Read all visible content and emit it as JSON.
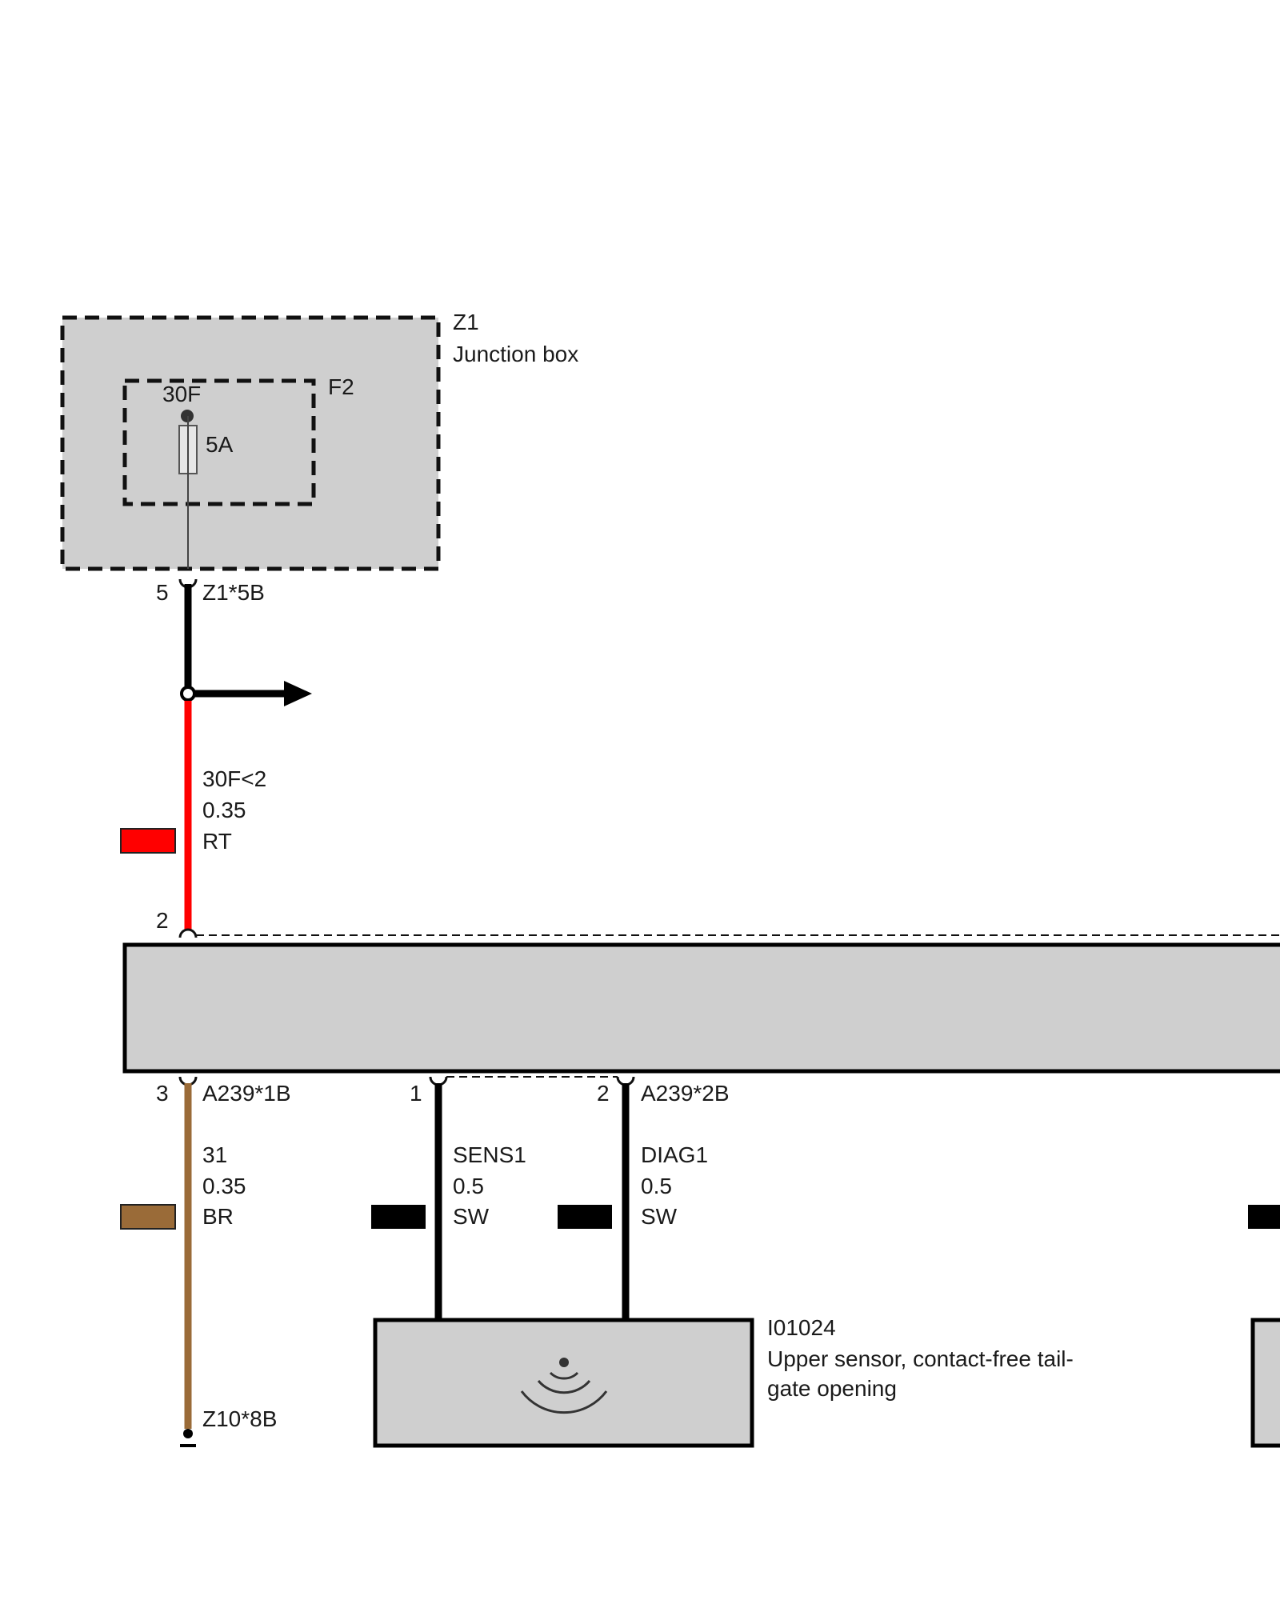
{
  "colors": {
    "component_fill": "#cfcfcf",
    "wire_black": "#000000",
    "wire_red": "#ff0000",
    "wire_brown": "#9a6b38"
  },
  "junction_box": {
    "id": "Z1",
    "name": "Junction box",
    "fuse": {
      "id": "F2",
      "terminal": "30F",
      "rating": "5A"
    }
  },
  "connector_z1": {
    "pin": "5",
    "id": "Z1*5B"
  },
  "wire_power": {
    "signal": "30F<2",
    "gauge": "0.35",
    "color_code": "RT",
    "color": "#ff0000"
  },
  "module_top_pin": "2",
  "connector_a239_1b": {
    "pin": "3",
    "id": "A239*1B"
  },
  "wire_ground": {
    "signal": "31",
    "gauge": "0.35",
    "color_code": "BR",
    "color": "#9a6b38"
  },
  "ground_point": {
    "id": "Z10*8B"
  },
  "connector_a239_2b": {
    "pin_sens": "1",
    "pin_diag": "2",
    "id": "A239*2B"
  },
  "wire_sens": {
    "signal": "SENS1",
    "gauge": "0.5",
    "color_code": "SW",
    "color": "#000000"
  },
  "wire_diag": {
    "signal": "DIAG1",
    "gauge": "0.5",
    "color_code": "SW",
    "color": "#000000"
  },
  "sensor": {
    "id": "I01024",
    "name_line1": "Upper sensor, contact-free tail-",
    "name_line2": "gate opening",
    "icon": "wireless-sensor-icon"
  }
}
